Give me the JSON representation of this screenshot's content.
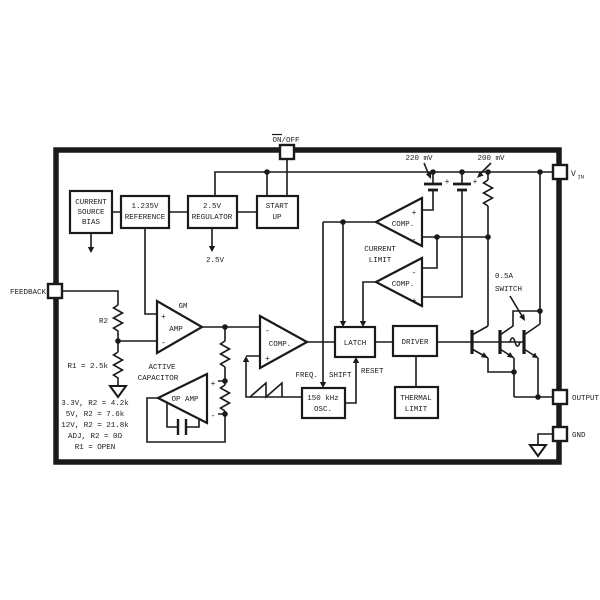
{
  "pins": {
    "on_off": "ON/OFF",
    "vin": {
      "base": "V",
      "sub": "IN"
    },
    "feedback": "FEEDBACK",
    "output": "OUTPUT",
    "gnd": "GND"
  },
  "blocks": {
    "current_source_bias": {
      "l1": "CURRENT",
      "l2": "SOURCE",
      "l3": "BIAS"
    },
    "reference": {
      "l1": "1.235V",
      "l2": "REFERENCE"
    },
    "regulator": {
      "l1": "2.5V",
      "l2": "REGULATOR"
    },
    "start_up": {
      "l1": "START",
      "l2": "UP"
    },
    "latch": "LATCH",
    "driver": "DRIVER",
    "oscillator": {
      "l1": "150 kHz",
      "l2": "OSC."
    },
    "thermal_limit": {
      "l1": "THERMAL",
      "l2": "LIMIT"
    }
  },
  "amps": {
    "gm": {
      "l1": "GM",
      "l2": "AMP"
    },
    "op_amp": "OP AMP",
    "comparator": "COMP.",
    "plus": "+",
    "minus": "-"
  },
  "annotations": {
    "v220": "220 mV",
    "v200": "200 mV",
    "current_limit": {
      "l1": "CURRENT",
      "l2": "LIMIT"
    },
    "switch": {
      "l1": "0.5A",
      "l2": "SWITCH"
    },
    "regulator_out": "2.5V",
    "r2": "R2",
    "r1": "R1 = 2.5k",
    "active_capacitor": {
      "l1": "ACTIVE",
      "l2": "CAPACITOR"
    },
    "freq": "FREQ.",
    "shift": "SHIFT",
    "reset": "RESET",
    "r_table": [
      "3.3V, R2 = 4.2k",
      "5V, R2 = 7.6k",
      "12V, R2 = 21.8k",
      "ADJ, R2 = 0Ω",
      "R1 = OPEN"
    ]
  },
  "colors": {
    "ink": "#1a1a1a",
    "bg": "#ffffff"
  }
}
